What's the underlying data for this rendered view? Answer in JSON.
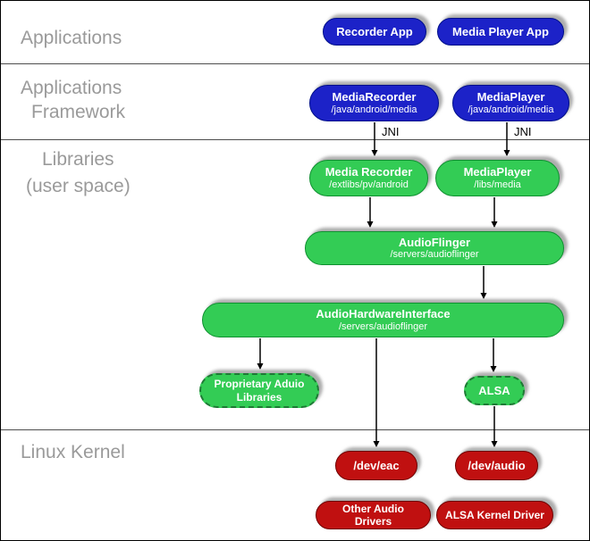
{
  "colors": {
    "blue": "#1c22c8",
    "blue_border": "#000f8a",
    "green": "#33cc55",
    "green_border": "#0f9030",
    "green_dash_border": "#1e7a35",
    "red": "#c01010",
    "red_border": "#6e0000",
    "label_gray": "#9a9a9a",
    "divider": "#4d4d4d",
    "arrow": "#000000"
  },
  "layer_labels": {
    "applications": "Applications",
    "framework_line1": "Applications",
    "framework_line2": "Framework",
    "libraries_line1": "Libraries",
    "libraries_line2": "(user space)",
    "kernel": "Linux Kernel"
  },
  "annotations": {
    "jni_left": "JNI",
    "jni_right": "JNI"
  },
  "nodes": {
    "recorder_app": {
      "title": "Recorder App"
    },
    "media_player_app": {
      "title": "Media Player App"
    },
    "media_recorder_fw": {
      "title": "MediaRecorder",
      "subtitle": "/java/android/media"
    },
    "media_player_fw": {
      "title": "MediaPlayer",
      "subtitle": "/java/android/media"
    },
    "media_recorder_lib": {
      "title": "Media Recorder",
      "subtitle": "/extlibs/pv/android"
    },
    "media_player_lib": {
      "title": "MediaPlayer",
      "subtitle": "/libs/media"
    },
    "audio_flinger": {
      "title": "AudioFlinger",
      "subtitle": "/servers/audioflinger"
    },
    "audio_hardware_interface": {
      "title": "AudioHardwareInterface",
      "subtitle": "/servers/audioflinger"
    },
    "proprietary_audio_libraries": {
      "title": "Proprietary Aduio Libraries"
    },
    "alsa": {
      "title": "ALSA"
    },
    "dev_eac": {
      "title": "/dev/eac"
    },
    "dev_audio": {
      "title": "/dev/audio"
    },
    "other_audio_drivers": {
      "title": "Other Audio Drivers"
    },
    "alsa_kernel_driver": {
      "title": "ALSA Kernel Driver"
    }
  }
}
